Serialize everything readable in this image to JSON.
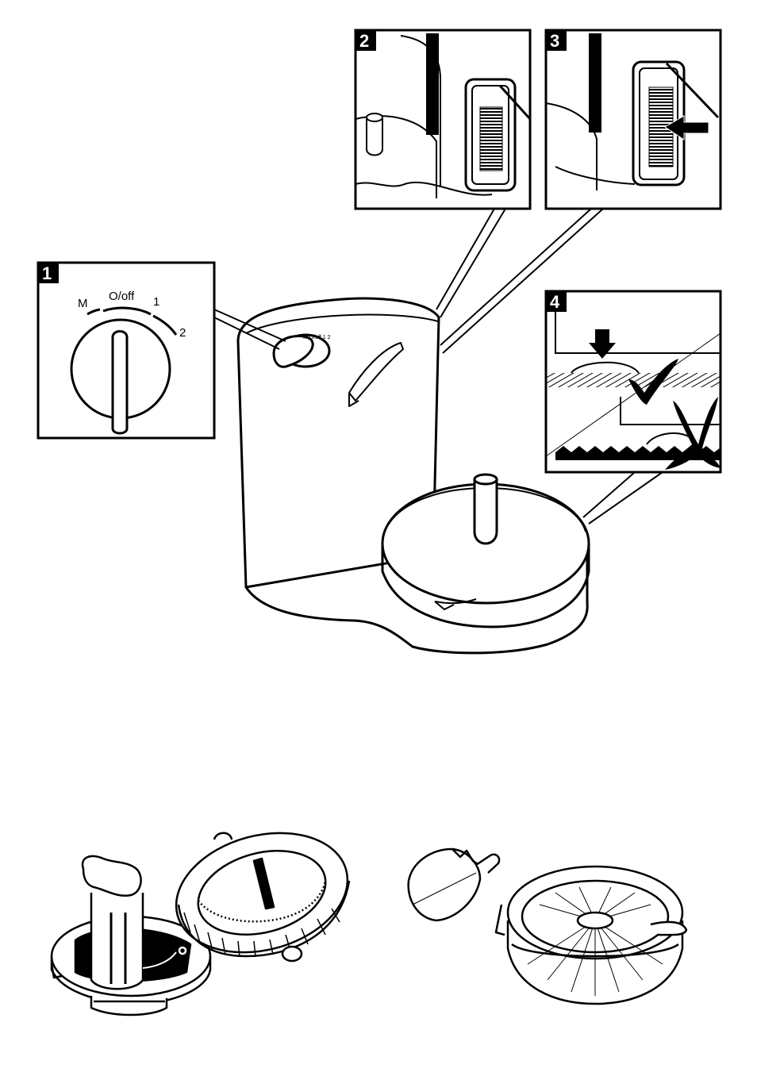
{
  "panels": [
    {
      "id": "1",
      "badge": "1"
    },
    {
      "id": "2",
      "badge": "2"
    },
    {
      "id": "3",
      "badge": "3"
    },
    {
      "id": "4",
      "badge": "4"
    }
  ],
  "dial": {
    "labels": {
      "m": "M",
      "off": "O/off",
      "one": "1",
      "two": "2"
    }
  },
  "colors": {
    "ink": "#000000",
    "paper": "#ffffff"
  },
  "icons": [
    "check-mark-icon",
    "cross-mark-icon",
    "arrow-down-icon",
    "arrow-left-icon"
  ]
}
